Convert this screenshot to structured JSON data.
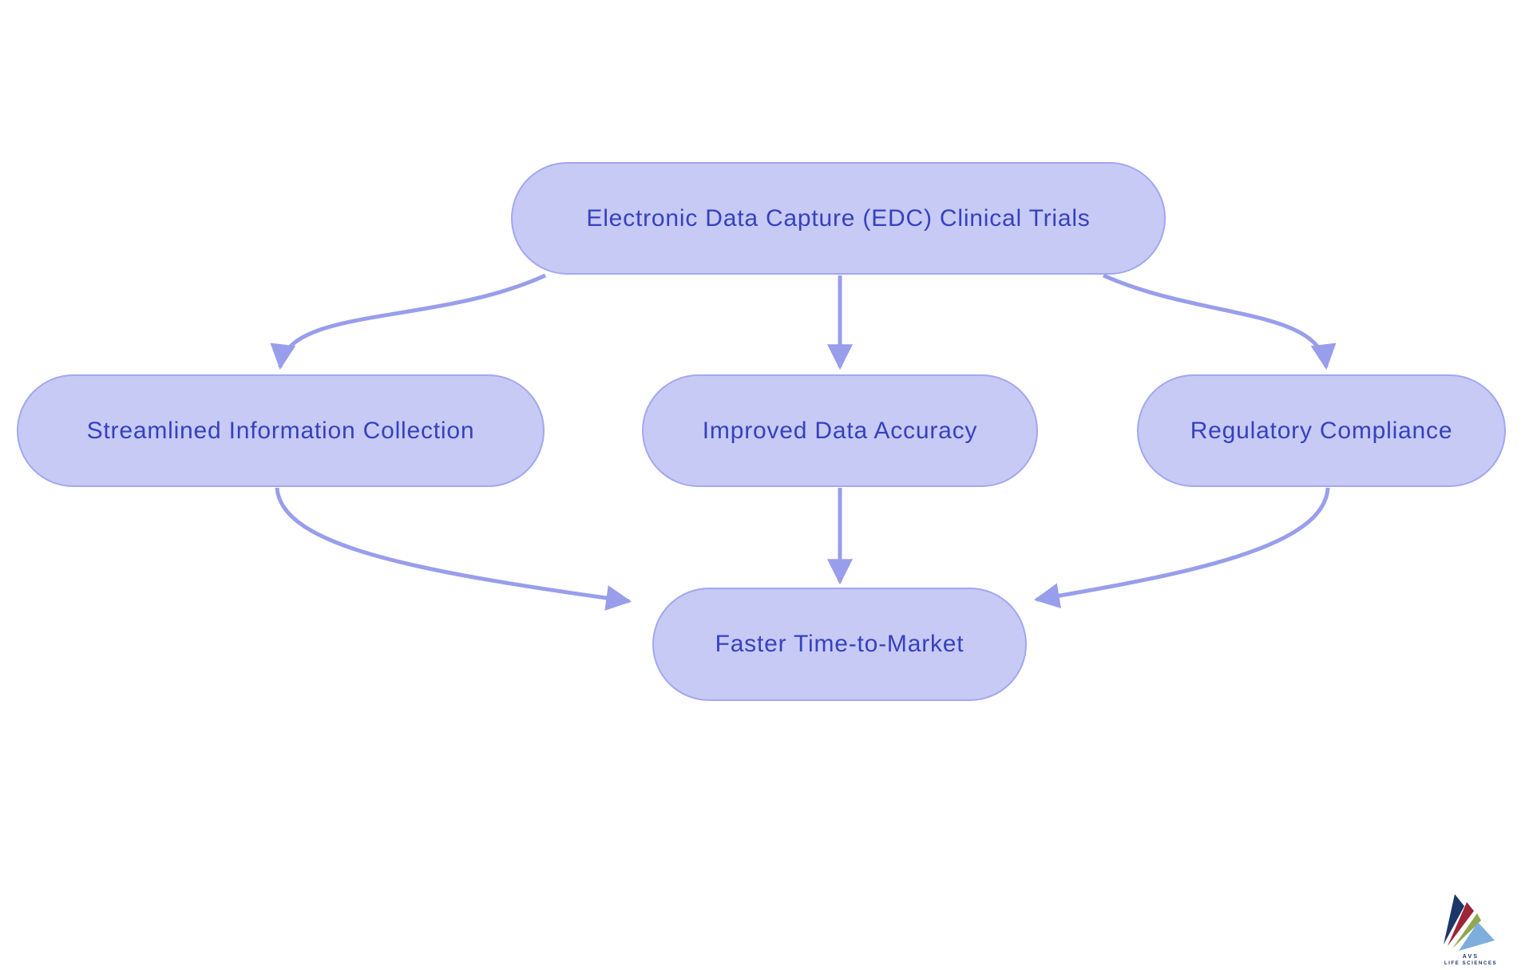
{
  "diagram": {
    "type": "flowchart",
    "background_color": "#FFFFFF",
    "node_fill_color": "#C7CAF4",
    "node_border_color": "#A2A7F0",
    "node_text_color": "#3641BE",
    "arrow_color": "#989EEB",
    "nodes": {
      "root": {
        "label": "Electronic Data Capture (EDC) Clinical Trials"
      },
      "left": {
        "label": "Streamlined Information Collection"
      },
      "middle": {
        "label": "Improved Data Accuracy"
      },
      "right": {
        "label": "Regulatory Compliance"
      },
      "bottom": {
        "label": "Faster Time-to-Market"
      }
    },
    "edges": [
      {
        "from": "Electronic Data Capture (EDC) Clinical Trials",
        "to": "Streamlined Information Collection"
      },
      {
        "from": "Electronic Data Capture (EDC) Clinical Trials",
        "to": "Improved Data Accuracy"
      },
      {
        "from": "Electronic Data Capture (EDC) Clinical Trials",
        "to": "Regulatory Compliance"
      },
      {
        "from": "Streamlined Information Collection",
        "to": "Faster Time-to-Market"
      },
      {
        "from": "Improved Data Accuracy",
        "to": "Faster Time-to-Market"
      },
      {
        "from": "Regulatory Compliance",
        "to": "Faster Time-to-Market"
      }
    ]
  },
  "logo": {
    "line1": "AVS",
    "line2": "LIFE SCIENCES",
    "triangle_colors": [
      "#1C3667",
      "#9E2438",
      "#8FA84F",
      "#7FAEDC"
    ],
    "text_color": "#1C3667"
  }
}
